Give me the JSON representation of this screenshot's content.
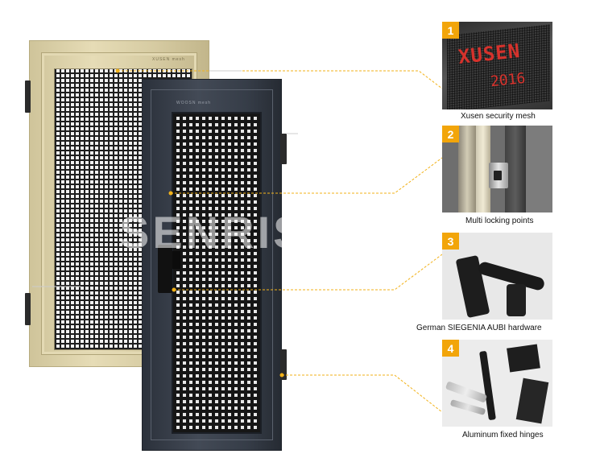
{
  "doors": {
    "back_brand": "XUSEN mesh",
    "front_brand": "WOOSN mesh"
  },
  "watermark": "SENRISE 旭森",
  "features": [
    {
      "number": "1",
      "caption": "Xusen security mesh",
      "mesh_text": "XUSEN",
      "mesh_year": "2016"
    },
    {
      "number": "2",
      "caption": "Multi locking points"
    },
    {
      "number": "3",
      "caption": "German SIEGENIA AUBI hardware"
    },
    {
      "number": "4",
      "caption": "Aluminum fixed hinges"
    }
  ],
  "colors": {
    "badge": "#f2a50a",
    "callout_line": "#f2b21a",
    "mesh_print": "#d6322c",
    "front_frame": "#363d48",
    "back_frame": "#d8cda5"
  }
}
